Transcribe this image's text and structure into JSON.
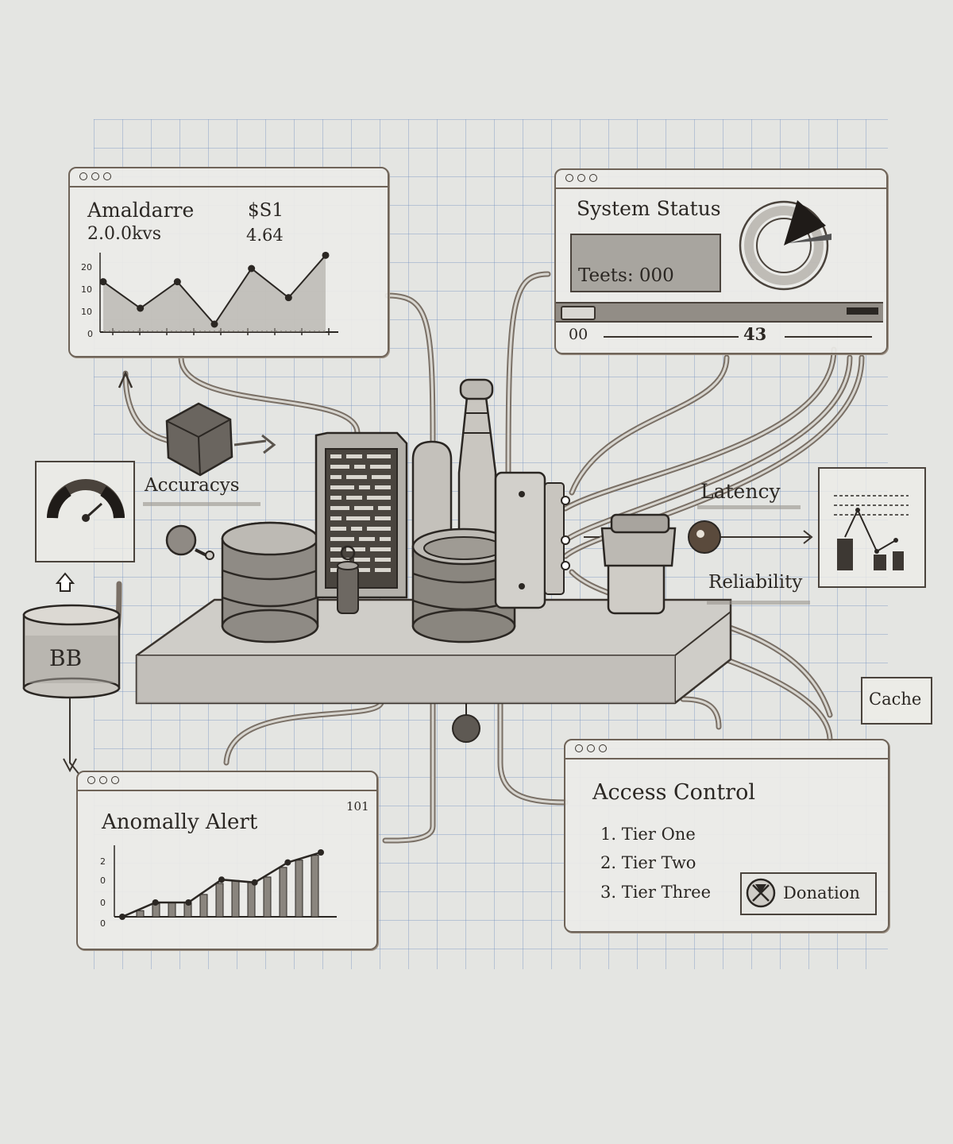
{
  "panels": {
    "top_left": {
      "title": "Amaldarre",
      "value_a": "$S1",
      "subtitle": "2.0.0kvs",
      "value_b": "4.64",
      "y_ticks": [
        "20",
        "10",
        "10",
        "0"
      ],
      "chart_data": {
        "type": "line",
        "values": [
          19,
          9,
          19,
          3,
          24,
          13,
          29
        ]
      }
    },
    "top_right": {
      "title": "System Status",
      "screen_text": "Teets: 000",
      "progress_left": "00",
      "progress_right": "43"
    },
    "bottom_left": {
      "title": "Anomally Alert",
      "corner_value": "101",
      "y_ticks": [
        "2",
        "0",
        "0",
        "0"
      ],
      "chart_data": {
        "type": "line",
        "values": [
          0,
          1,
          1,
          2.6,
          2.4,
          3.8,
          4.5
        ]
      }
    },
    "bottom_right": {
      "title": "Access Control",
      "tiers": [
        "1. Tier One",
        "2. Tier Two",
        "3. Tier Three"
      ],
      "donation_label": "Donation"
    }
  },
  "labels": {
    "accuracy": "Accuracys",
    "latency": "Latency",
    "reliability": "Reliability",
    "cache": "Cache",
    "bb": "BB"
  },
  "colors": {
    "ink": "#2b2723",
    "frame": "#6e6358",
    "paper": "#e4e5e2",
    "grid": "#6e8cbe",
    "shade": "#9a958d"
  }
}
